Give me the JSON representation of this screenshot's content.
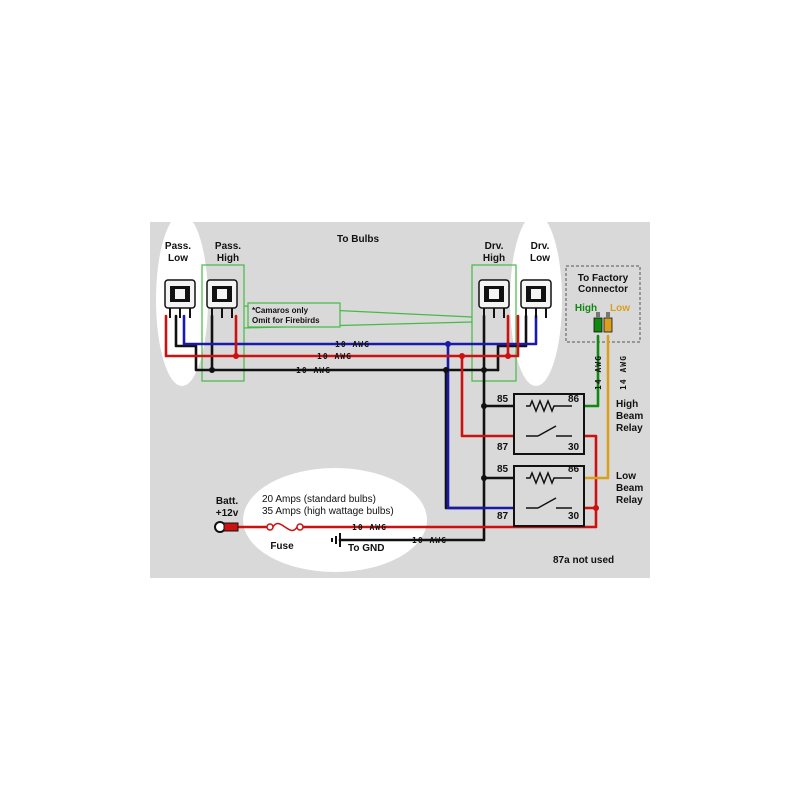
{
  "labels": {
    "to_bulbs": "To Bulbs",
    "pass_low_1": "Pass.",
    "pass_low_2": "Low",
    "pass_high_1": "Pass.",
    "pass_high_2": "High",
    "drv_high_1": "Drv.",
    "drv_high_2": "High",
    "drv_low_1": "Drv.",
    "drv_low_2": "Low",
    "factory_1": "To Factory",
    "factory_2": "Connector",
    "factory_high": "High",
    "factory_low": "Low",
    "camaro_1": "*Camaros only",
    "camaro_2": "Omit for Firebirds",
    "awg_blue": "10 AWG",
    "awg_red": "10 AWG",
    "awg_black": "10 AWG",
    "awg_14_green": "14 AWG",
    "awg_14_orange": "14 AWG",
    "awg_fuse": "10 AWG",
    "awg_gnd": "10 AWG",
    "high_relay_1": "High",
    "high_relay_2": "Beam",
    "high_relay_3": "Relay",
    "low_relay_1": "Low",
    "low_relay_2": "Beam",
    "low_relay_3": "Relay",
    "batt_1": "Batt.",
    "batt_2": "+12v",
    "amps_1": "20 Amps (standard bulbs)",
    "amps_2": "35 Amps (high wattage bulbs)",
    "fuse": "Fuse",
    "to_gnd": "To GND",
    "note_87a": "87a not used"
  },
  "relay_pins": {
    "high": {
      "p85": "85",
      "p86": "86",
      "p87": "87",
      "p30": "30"
    },
    "low": {
      "p85": "85",
      "p86": "86",
      "p87": "87",
      "p30": "30"
    }
  },
  "colors": {
    "panel": "#d9d9d9",
    "wire_red": "#cc1111",
    "wire_blue": "#1a1aaa",
    "wire_black": "#111111",
    "wire_green": "#118811",
    "wire_orange": "#d9a020",
    "camaro_box": "#44bb44"
  }
}
